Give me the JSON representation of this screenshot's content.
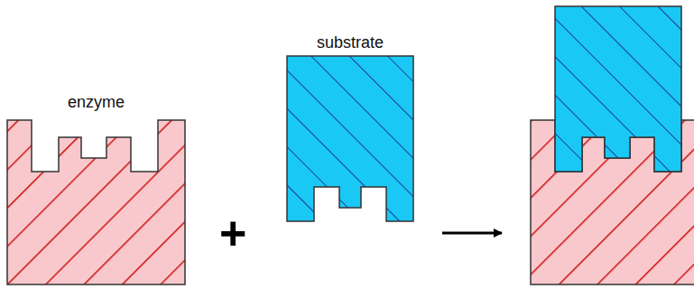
{
  "diagram": {
    "nodes": [
      {
        "text": [
          "enzyme"
        ]
      },
      {
        "text": [
          "substrate"
        ]
      }
    ],
    "labels": [
      "+"
    ]
  }
}
